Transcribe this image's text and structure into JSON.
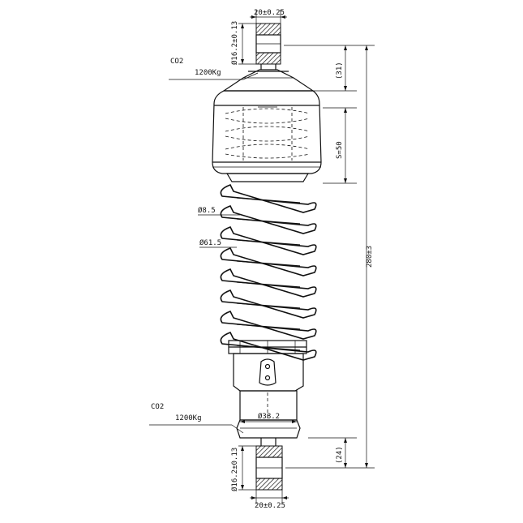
{
  "drawing": {
    "ink_color": "#111111",
    "background_color": "#ffffff",
    "labels": {
      "top_bushing_width": "20±0.25",
      "top_bushing_diameter": "Ø16.2±0.13",
      "top_gas": "CO2",
      "top_load": "1200Kg",
      "top_eye_offset": "(31)",
      "stroke": "S=50",
      "wire_diameter": "Ø8.5",
      "coil_diameter": "Ø61.5",
      "total_length": "280±3",
      "bottom_gas": "CO2",
      "bottom_load": "1200Kg",
      "body_diameter": "Ø38.2",
      "bottom_eye_offset": "(24)",
      "bottom_bushing_diameter": "Ø16.2±0.13",
      "bottom_bushing_width": "20±0.25"
    }
  }
}
